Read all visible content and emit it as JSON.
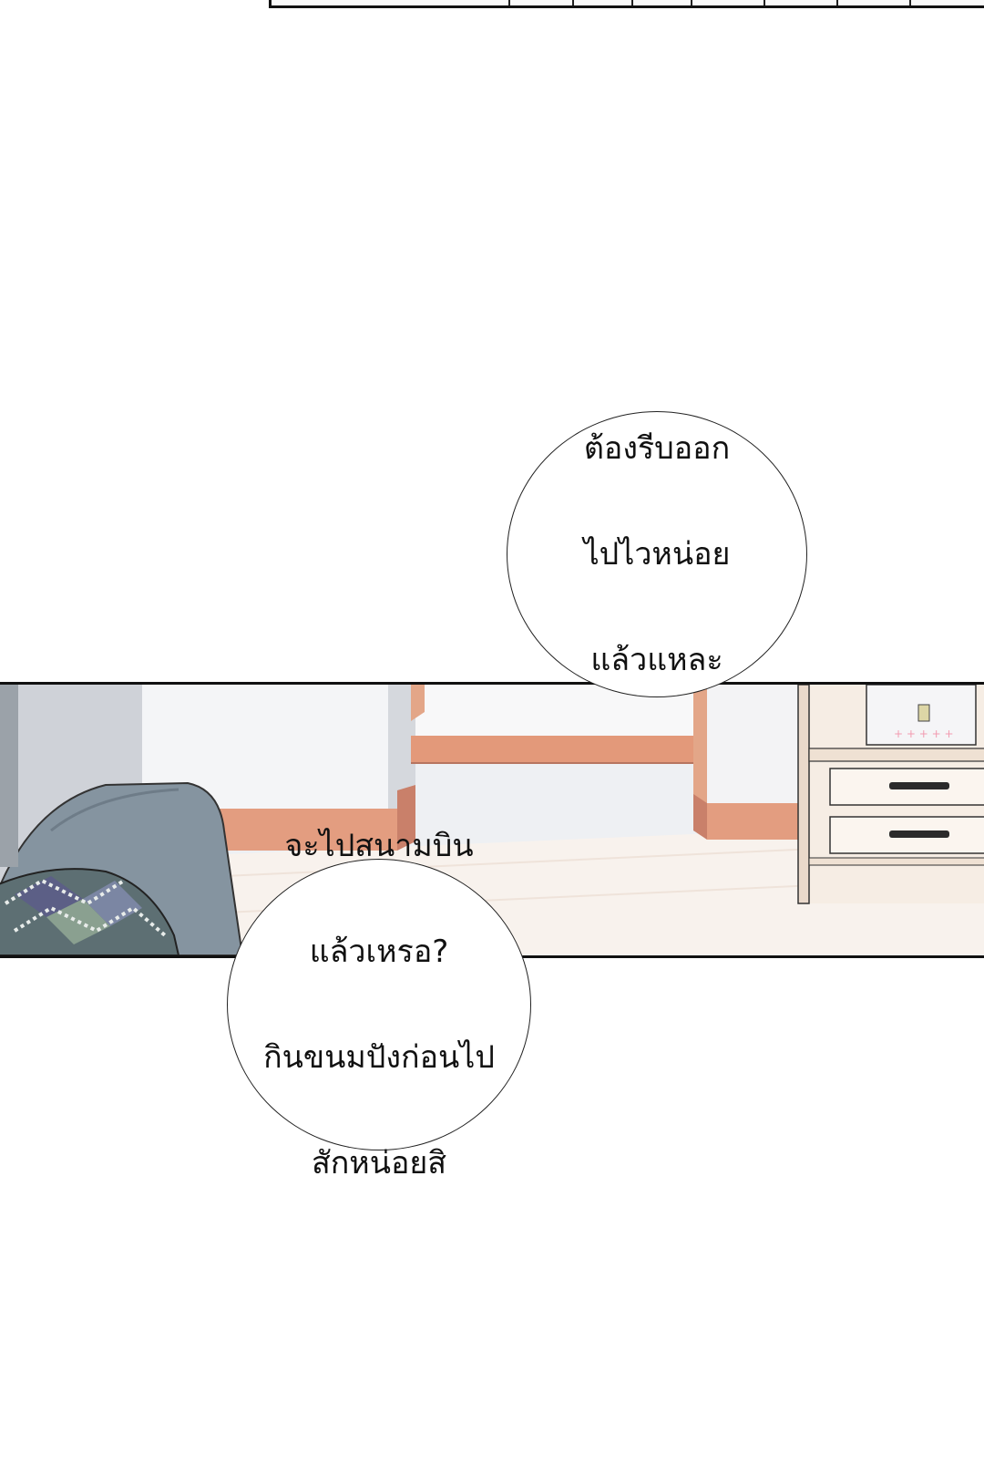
{
  "bubbles": {
    "top_right": {
      "lines": [
        "ต้องรีบออก",
        "ไปไวหน่อย",
        "แล้วแหละ"
      ]
    },
    "bottom_left": {
      "lines": [
        "จะไปสนามบิน",
        "แล้วเหรอ?",
        "กินขนมปังก่อนไป",
        "สักหน่อยสิ"
      ]
    }
  },
  "scene": {
    "description_icons": [
      "sofa",
      "cushion",
      "desk",
      "drawer-cabinet",
      "first-aid-box"
    ],
    "colors": {
      "wall": "#f2f3f5",
      "wall_shadow": "#c9ccd2",
      "wood": "#e29878",
      "wood_dark": "#c97a5c",
      "floor": "#f7f1ec",
      "sofa": "#8796a0",
      "cabinet": "#f6ede4",
      "box": "#f4f4f6",
      "cross": "#f29bb0"
    }
  }
}
